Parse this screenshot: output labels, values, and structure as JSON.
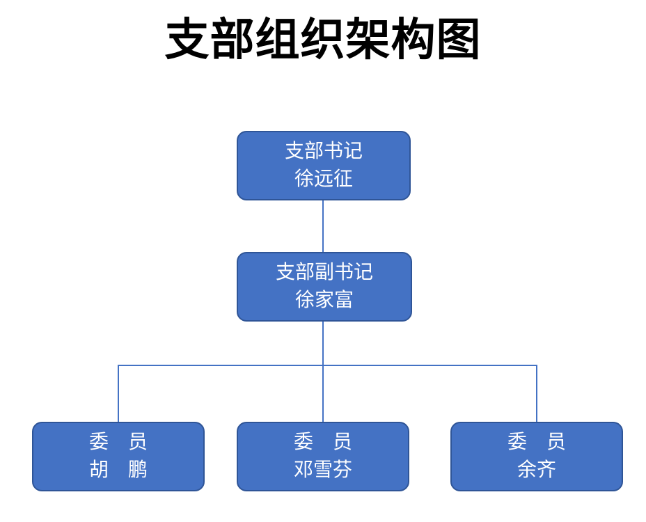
{
  "title": "支部组织架构图",
  "colors": {
    "background": "#ffffff",
    "box_fill": "#4472C4",
    "box_border": "#2F5597",
    "connector": "#4472C4",
    "box_text": "#ffffff",
    "title_text": "#000000"
  },
  "org": {
    "secretary": {
      "role": "支部书记",
      "name": "徐远征"
    },
    "deputy": {
      "role": "支部副书记",
      "name": "徐家富"
    },
    "members": [
      {
        "role": "委　员",
        "name": "胡　鹏"
      },
      {
        "role": "委　员",
        "name": "邓雪芬"
      },
      {
        "role": "委　员",
        "name": "余齐"
      }
    ]
  }
}
